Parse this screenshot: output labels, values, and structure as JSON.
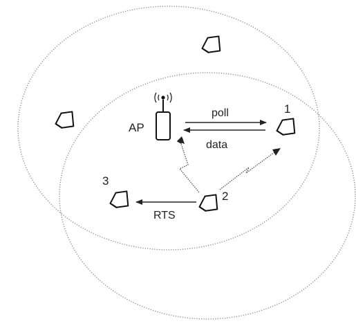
{
  "labels": {
    "ap": "AP",
    "station1": "1",
    "station2": "2",
    "station3": "3",
    "poll": "poll",
    "data": "data",
    "rts": "RTS"
  },
  "colors": {
    "ink": "#222222",
    "coverage_boundary": "#8a8a8a",
    "background": "#ffffff"
  },
  "icons": {
    "access_point": "antenna-tower-icon",
    "station": "laptop-icon",
    "wireless_link": "lightning-zigzag-icon"
  }
}
